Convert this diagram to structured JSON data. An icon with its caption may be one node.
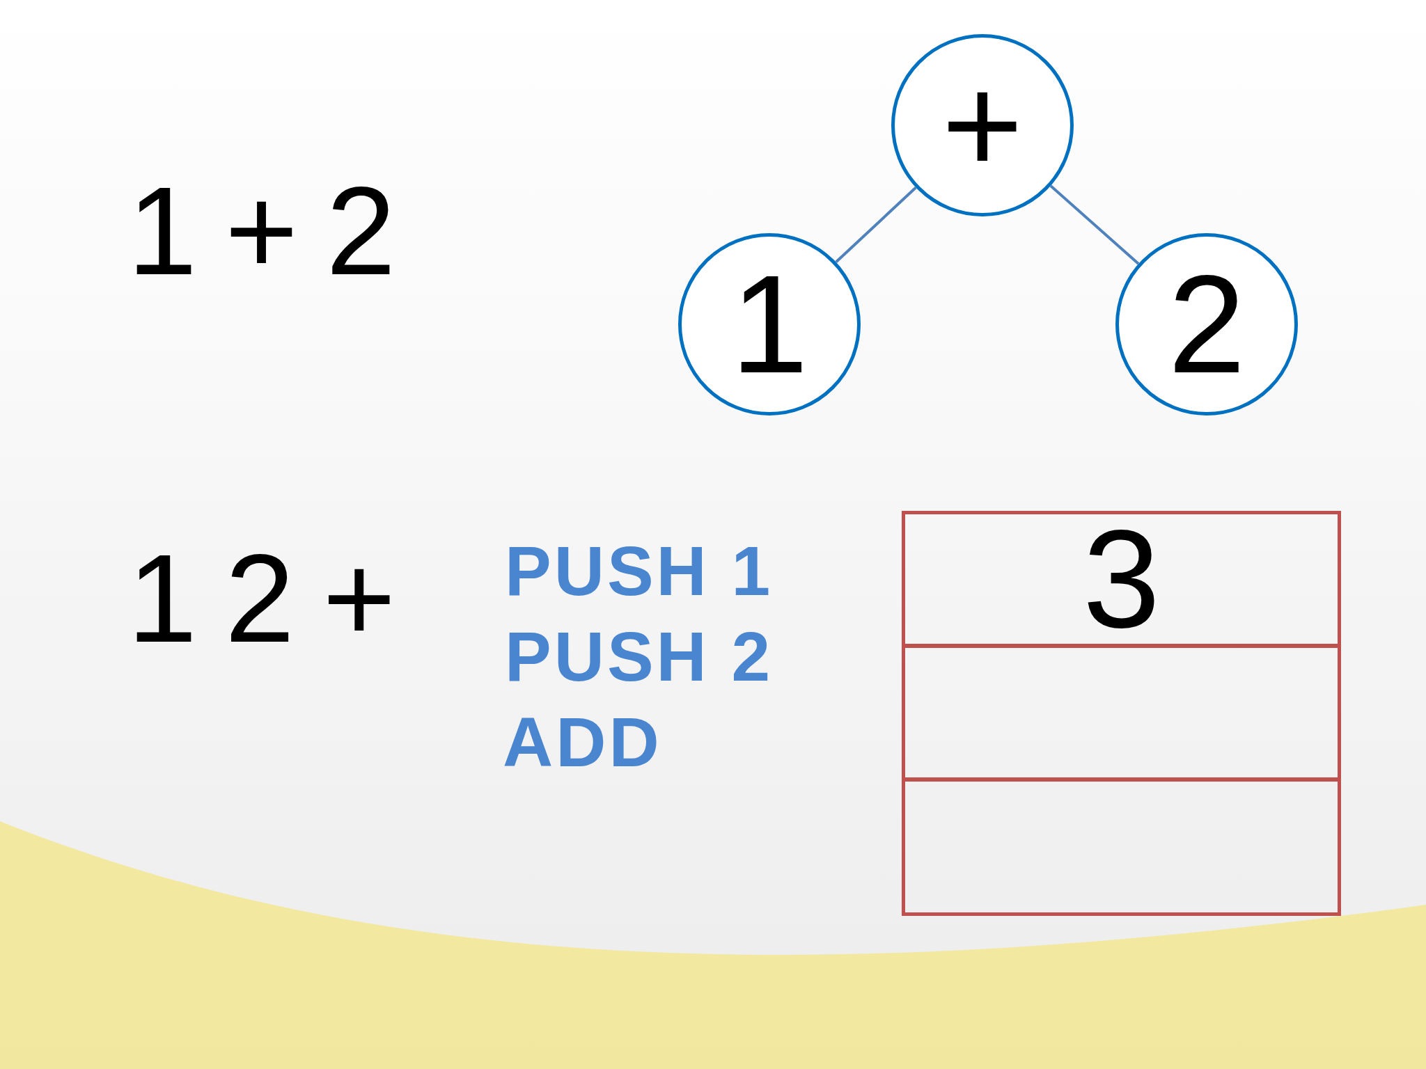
{
  "diagram": {
    "nodes": [
      {
        "text": [
          "+"
        ]
      },
      {
        "text": [
          "1"
        ]
      },
      {
        "text": [
          "2"
        ]
      },
      {
        "text": [
          "3"
        ]
      },
      {
        "text": [],
        "shape": "box"
      },
      {
        "text": [],
        "shape": "box"
      }
    ],
    "edges": [
      {
        "from": 0,
        "to": 1,
        "arrow": "none"
      },
      {
        "from": 0,
        "to": 2,
        "arrow": "none"
      }
    ],
    "labels": [
      "1 + 2",
      "1 2 +",
      "PUSH 1",
      "PUSH 2",
      "ADD"
    ]
  }
}
